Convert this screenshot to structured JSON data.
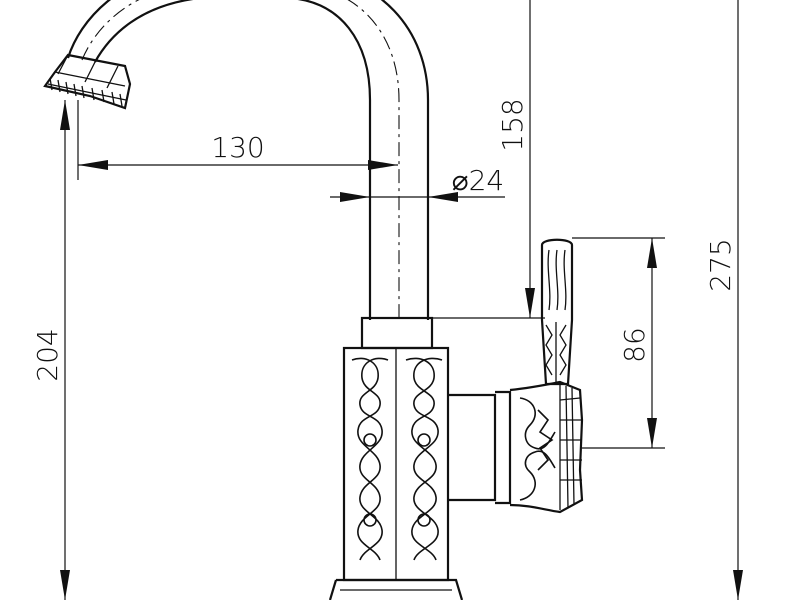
{
  "drawing": {
    "dimensions": {
      "spout_reach": "130",
      "pipe_diameter": "⌀24",
      "spout_height": "158",
      "outlet_height": "204",
      "total_height": "275",
      "lever_length": "86"
    }
  }
}
